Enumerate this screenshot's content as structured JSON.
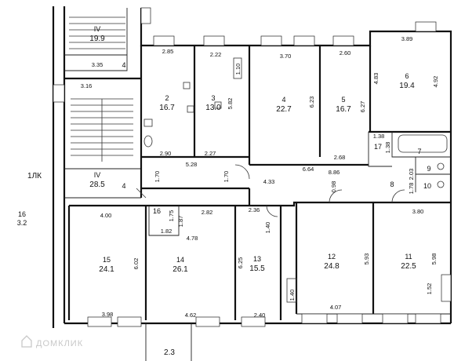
{
  "colors": {
    "wall": "#111111",
    "line": "#222222",
    "background": "#ffffff",
    "watermark": "#c8c8c8"
  },
  "rooms": [
    {
      "number": "IV",
      "area": "19.9",
      "dims": [
        "3.35"
      ]
    },
    {
      "number": "IV",
      "area": "28.5",
      "dims": [
        "3.16"
      ]
    },
    {
      "number": "2",
      "area": "16.7",
      "dims": [
        "2.85",
        "2.90"
      ]
    },
    {
      "number": "3",
      "area": "13.0",
      "dims": [
        "2.22",
        "2.27",
        "5.82"
      ]
    },
    {
      "number": "4",
      "area": "22.7",
      "dims": [
        "3.70",
        "6.23",
        "6.64"
      ]
    },
    {
      "number": "5",
      "area": "16.7",
      "dims": [
        "2.60",
        "6.27",
        "2.68"
      ]
    },
    {
      "number": "6",
      "area": "19.4",
      "dims": [
        "3.89",
        "4.83",
        "4.92"
      ]
    },
    {
      "number": "7",
      "area": "",
      "dims": []
    },
    {
      "number": "8",
      "area": "",
      "dims": [
        "8.86",
        "4.33"
      ]
    },
    {
      "number": "9",
      "area": "",
      "dims": []
    },
    {
      "number": "10",
      "area": "",
      "dims": []
    },
    {
      "number": "11",
      "area": "22.5",
      "dims": [
        "3.80",
        "5.98",
        "1.52"
      ]
    },
    {
      "number": "12",
      "area": "24.8",
      "dims": [
        "5.93",
        "4.07"
      ]
    },
    {
      "number": "13",
      "area": "15.5",
      "dims": [
        "2.36",
        "6.25",
        "2.40"
      ]
    },
    {
      "number": "14",
      "area": "26.1",
      "dims": [
        "2.82",
        "4.78",
        "4.62"
      ]
    },
    {
      "number": "15",
      "area": "24.1",
      "dims": [
        "4.00",
        "6.02",
        "3.98"
      ]
    },
    {
      "number": "16",
      "area": "",
      "dims": [
        "1.75",
        "1.87",
        "1.82"
      ]
    },
    {
      "number": "17",
      "area": "",
      "dims": [
        "1.38",
        "1.38"
      ]
    },
    {
      "number": "1ЛК",
      "area": "",
      "dims": []
    },
    {
      "number": "16",
      "area": "3.2",
      "dims": []
    }
  ],
  "extra_dims": [
    "5.28",
    "1.70",
    "1.70",
    "4",
    "4",
    "1.10",
    "0.98",
    "2.03",
    "1.78",
    "1.40",
    "1.40",
    "2.3"
  ],
  "watermark": "ДОМКЛИК"
}
